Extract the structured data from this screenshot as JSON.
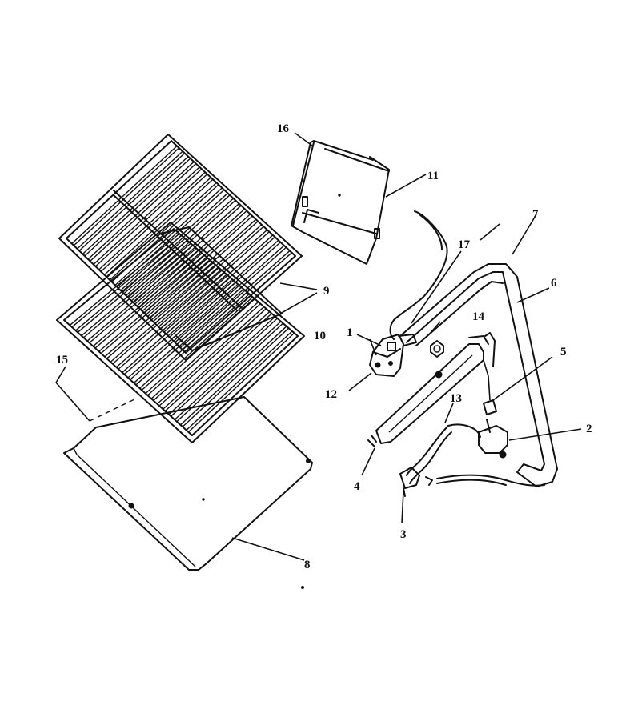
{
  "callouts": [
    {
      "id": "c1",
      "text": "1"
    },
    {
      "id": "c2",
      "text": "2"
    },
    {
      "id": "c3",
      "text": "3"
    },
    {
      "id": "c4",
      "text": "4"
    },
    {
      "id": "c5",
      "text": "5"
    },
    {
      "id": "c6",
      "text": "6"
    },
    {
      "id": "c7",
      "text": "7"
    },
    {
      "id": "c8",
      "text": "8"
    },
    {
      "id": "c9",
      "text": "9"
    },
    {
      "id": "c10",
      "text": "10"
    },
    {
      "id": "c11",
      "text": "11"
    },
    {
      "id": "c12",
      "text": "12"
    },
    {
      "id": "c13",
      "text": "13"
    },
    {
      "id": "c14",
      "text": "14"
    },
    {
      "id": "c15",
      "text": "15"
    },
    {
      "id": "c16",
      "text": "16"
    },
    {
      "id": "c17",
      "text": "17"
    }
  ]
}
